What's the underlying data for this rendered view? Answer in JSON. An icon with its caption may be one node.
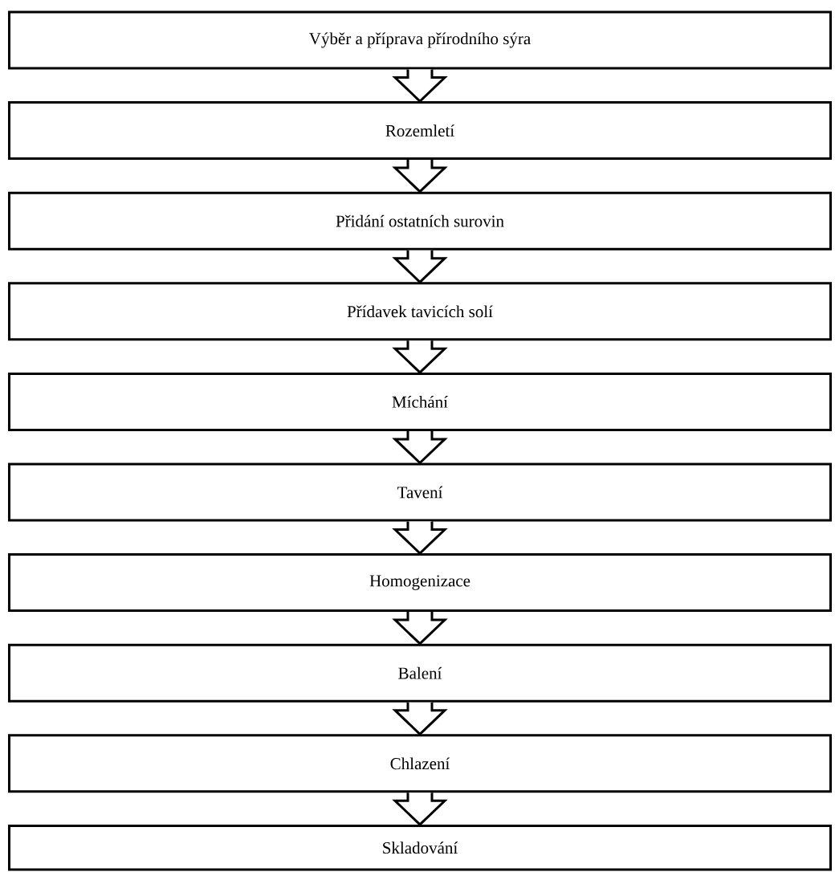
{
  "diagram": {
    "nodes": [
      {
        "text": [
          "Výběr a příprava přírodního sýra"
        ]
      },
      {
        "text": [
          "Rozemletí"
        ]
      },
      {
        "text": [
          "Přidání ostatních surovin"
        ]
      },
      {
        "text": [
          "Přídavek tavicích solí"
        ]
      },
      {
        "text": [
          "Míchání"
        ]
      },
      {
        "text": [
          "Tavení"
        ]
      },
      {
        "text": [
          "Homogenizace"
        ]
      },
      {
        "text": [
          "Balení"
        ]
      },
      {
        "text": [
          "Chlazení"
        ]
      },
      {
        "text": [
          "Skladování"
        ]
      }
    ],
    "edges": [
      {
        "from": 0,
        "to": 1,
        "arrow": "to"
      },
      {
        "from": 1,
        "to": 2,
        "arrow": "to"
      },
      {
        "from": 2,
        "to": 3,
        "arrow": "to"
      },
      {
        "from": 3,
        "to": 4,
        "arrow": "to"
      },
      {
        "from": 4,
        "to": 5,
        "arrow": "to"
      },
      {
        "from": 5,
        "to": 6,
        "arrow": "to"
      },
      {
        "from": 6,
        "to": 7,
        "arrow": "to"
      },
      {
        "from": 7,
        "to": 8,
        "arrow": "to"
      },
      {
        "from": 8,
        "to": 9,
        "arrow": "to"
      }
    ]
  }
}
